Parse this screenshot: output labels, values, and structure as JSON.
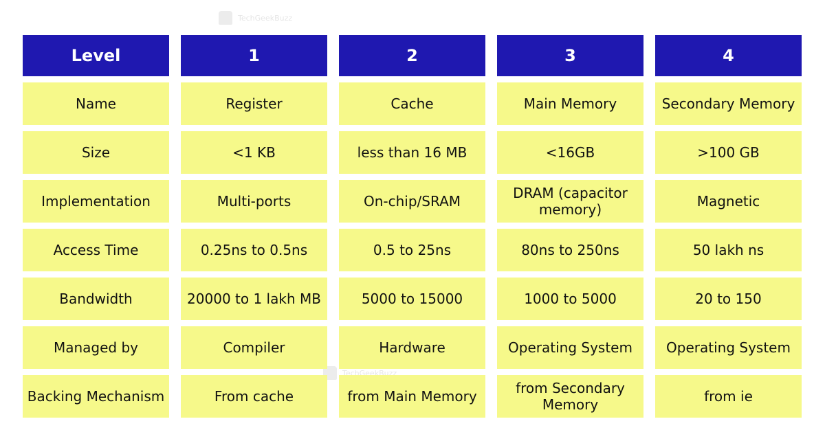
{
  "watermark": "TechGeekBuzz",
  "colors": {
    "header_bg": "#1f18b0",
    "cell_bg": "#f6f98a"
  },
  "header": [
    "Level",
    "1",
    "2",
    "3",
    "4"
  ],
  "rows": [
    [
      "Name",
      "Register",
      "Cache",
      "Main Memory",
      "Secondary Memory"
    ],
    [
      "Size",
      "<1 KB",
      "less than 16 MB",
      "<16GB",
      ">100 GB"
    ],
    [
      "Implementation",
      "Multi-ports",
      "On-chip/SRAM",
      "DRAM (capacitor memory)",
      "Magnetic"
    ],
    [
      "Access Time",
      "0.25ns to 0.5ns",
      "0.5 to 25ns",
      "80ns  to 250ns",
      "50 lakh ns"
    ],
    [
      "Bandwidth",
      "20000 to 1 lakh MB",
      "5000 to 15000",
      "1000 to 5000",
      "20 to 150"
    ],
    [
      "Managed by",
      "Compiler",
      "Hardware",
      "Operating System",
      "Operating System"
    ],
    [
      "Backing Mechanism",
      "From cache",
      "from Main Memory",
      "from Secondary Memory",
      "from ie"
    ]
  ]
}
